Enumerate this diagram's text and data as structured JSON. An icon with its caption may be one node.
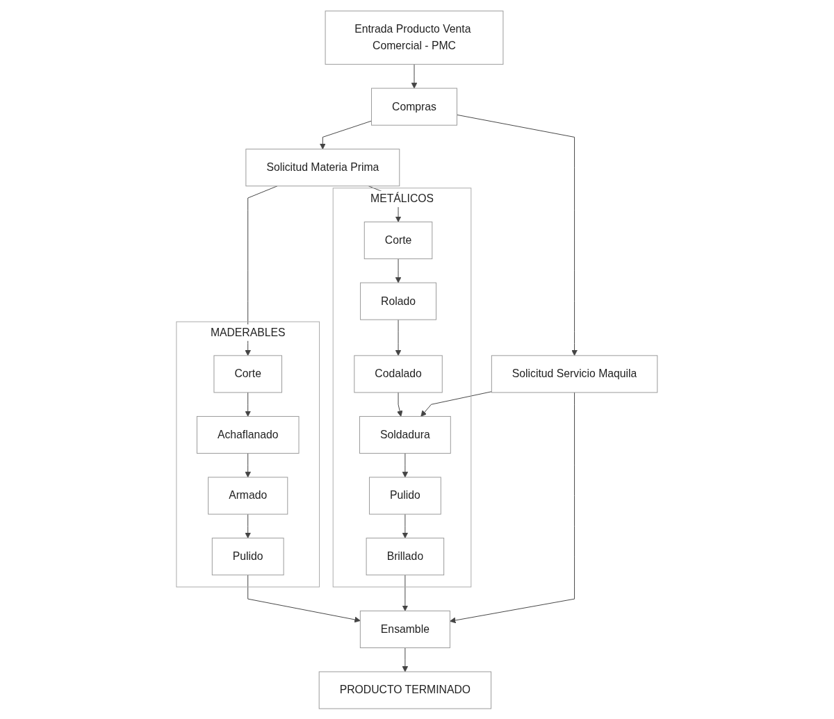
{
  "diagram": {
    "nodes": [
      {
        "text": [
          "Entrada Producto Venta Comercial - PMC"
        ]
      },
      {
        "text": [
          "Compras"
        ]
      },
      {
        "text": [
          "Solicitud Materia Prima"
        ]
      },
      {
        "text": [
          "Solicitud Servicio Maquila"
        ]
      },
      {
        "text": [
          "MADERABLES"
        ]
      },
      {
        "text": [
          "Corte"
        ],
        "in": 4
      },
      {
        "text": [
          "Achaflanado"
        ],
        "in": 4
      },
      {
        "text": [
          "Armado"
        ],
        "in": 4
      },
      {
        "text": [
          "Pulido"
        ],
        "in": 4
      },
      {
        "text": [
          "METÁLICOS"
        ]
      },
      {
        "text": [
          "Corte"
        ],
        "in": 9
      },
      {
        "text": [
          "Rolado"
        ],
        "in": 9
      },
      {
        "text": [
          "Codalado"
        ],
        "in": 9
      },
      {
        "text": [
          "Soldadura"
        ],
        "in": 9
      },
      {
        "text": [
          "Pulido"
        ],
        "in": 9
      },
      {
        "text": [
          "Brillado"
        ],
        "in": 9
      },
      {
        "text": [
          "Ensamble"
        ]
      },
      {
        "text": [
          "PRODUCTO TERMINADO"
        ]
      }
    ],
    "edges": [
      {
        "from": 0,
        "to": 1,
        "arrow": "to"
      },
      {
        "from": 1,
        "to": 2,
        "arrow": "to"
      },
      {
        "from": 1,
        "to": 3,
        "arrow": "to"
      },
      {
        "from": 2,
        "to": 5,
        "arrow": "to"
      },
      {
        "from": 2,
        "to": 10,
        "arrow": "to"
      },
      {
        "from": 5,
        "to": 6,
        "arrow": "to"
      },
      {
        "from": 6,
        "to": 7,
        "arrow": "to"
      },
      {
        "from": 7,
        "to": 8,
        "arrow": "to"
      },
      {
        "from": 10,
        "to": 11,
        "arrow": "to"
      },
      {
        "from": 11,
        "to": 12,
        "arrow": "to"
      },
      {
        "from": 12,
        "to": 13,
        "arrow": "to"
      },
      {
        "from": 13,
        "to": 14,
        "arrow": "to"
      },
      {
        "from": 14,
        "to": 15,
        "arrow": "to"
      },
      {
        "from": 3,
        "to": 13,
        "arrow": "to"
      },
      {
        "from": 8,
        "to": 16,
        "arrow": "to"
      },
      {
        "from": 15,
        "to": 16,
        "arrow": "to"
      },
      {
        "from": 3,
        "to": 16,
        "arrow": "to"
      },
      {
        "from": 16,
        "to": 17,
        "arrow": "to"
      }
    ]
  }
}
